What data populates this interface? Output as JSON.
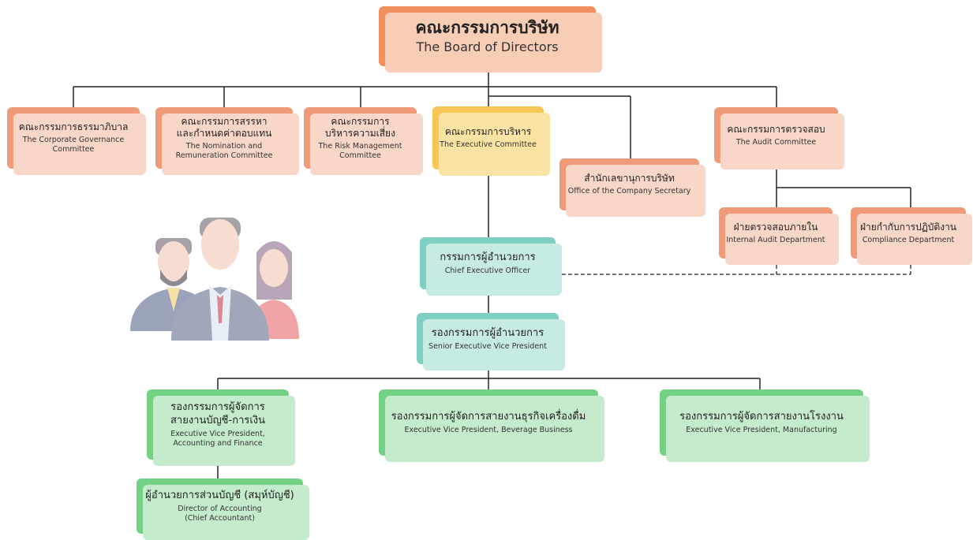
{
  "board": {
    "th": "คณะกรรมการบริษัท",
    "en": "The Board of Directors"
  },
  "governance": {
    "th": "คณะกรรมการธรรมาภิบาล",
    "en": "The Corporate Governance\nCommittee"
  },
  "nomination": {
    "th": "คณะกรรมการสรรหา\nและกำหนดค่าตอบแทน",
    "en": "The Nomination and\nRemuneration Committee"
  },
  "risk": {
    "th": "คณะกรรมการ\nบริหารความเสี่ยง",
    "en": "The Risk Management\nCommittee"
  },
  "executive": {
    "th": "คณะกรรมการบริหาร",
    "en": "The Executive Committee"
  },
  "secretary": {
    "th": "สำนักเลขานุการบริษัท",
    "en": "Office of the Company Secretary"
  },
  "audit": {
    "th": "คณะกรรมการตรวจสอบ",
    "en": "The Audit Committee"
  },
  "internal_audit": {
    "th": "ฝ่ายตรวจสอบภายใน",
    "en": "Internal Audit Department"
  },
  "compliance": {
    "th": "ฝ่ายกำกับการปฏิบัติงาน",
    "en": "Compliance Department"
  },
  "ceo": {
    "th": "กรรมการผู้อำนวยการ",
    "en": "Chief Executive Officer"
  },
  "sevp": {
    "th": "รองกรรมการผู้อำนวยการ",
    "en": "Senior Executive Vice President"
  },
  "evp_finance": {
    "th": "รองกรรมการผู้จัดการ\nสายงานบัญชี-การเงิน",
    "en": "Executive Vice President,\nAccounting and Finance"
  },
  "evp_beverage": {
    "th": "รองกรรมการผู้จัดการสายงานธุรกิจเครื่องดื่ม",
    "en": "Executive Vice President, Beverage Business"
  },
  "evp_manufacturing": {
    "th": "รองกรรมการผู้จัดการสายงานโรงงาน",
    "en": "Executive Vice President, Manufacturing"
  },
  "accounting_director": {
    "th": "ผู้อำนวยการส่วนบัญชี (สมุห์บัญชี)",
    "en": "Director of Accounting\n(Chief Accountant)"
  },
  "colors": {
    "orange": "#ef9a78",
    "yellow": "#f7c654",
    "teal": "#7fd0c2",
    "green": "#72d183",
    "line": "#222222"
  },
  "illustration": {
    "icon": "people-group-icon"
  }
}
